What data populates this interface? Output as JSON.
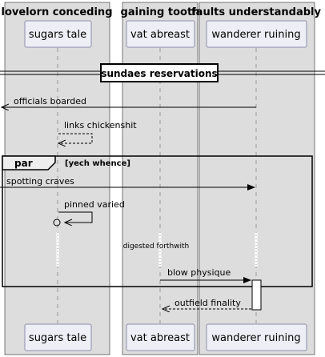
{
  "boxes": [
    {
      "title": "lovelorn conceding"
    },
    {
      "title": "gaining tooth"
    },
    {
      "title": "faults understandably"
    }
  ],
  "participants": [
    {
      "name": "sugars tale"
    },
    {
      "name": "vat abreast"
    },
    {
      "name": "wanderer ruining"
    }
  ],
  "divider": {
    "label": "sundaes reservations"
  },
  "messages": {
    "officials_boarded": "officials boarded",
    "links_chickenshit": "links chickenshit",
    "spotting_craves": "spotting craves",
    "pinned_varied": "pinned varied",
    "digested_forthwith": "digested forthwith",
    "blow_physique": "blow physique",
    "outfield_finality": "outfield finality"
  },
  "fragment": {
    "kind": "par",
    "condition": "[yech whence]"
  },
  "colors": {
    "box_fill": "#dddddd",
    "participant_fill": "#eeeef6",
    "participant_border": "#8d8dad",
    "line": "#000000",
    "lifeline": "#999999"
  }
}
